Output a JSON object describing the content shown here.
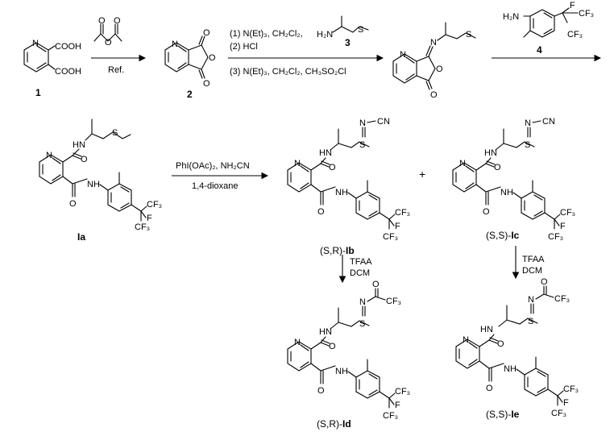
{
  "compounds": {
    "c1": {
      "number": "1",
      "cooh_top": "COOH",
      "cooh_bottom": "COOH",
      "ring_n": "N"
    },
    "c2": {
      "number": "2",
      "ring_n": "N",
      "o_top": "O",
      "o_ring": "O",
      "o_bottom": "O"
    },
    "c3_intermediate": {
      "n_ring": "N",
      "n_imine": "N",
      "s": "S",
      "o_ring": "O",
      "o_bottom": "O"
    },
    "c4": {
      "number": "4",
      "amine": "H₂N",
      "cf3_top": "CF₃",
      "f": "F",
      "cf3_bottom": "CF₃"
    },
    "ia": {
      "label": "Ia",
      "nh_top": "HN",
      "s": "S",
      "n_ring": "N",
      "o1": "O",
      "nh_amide": "H",
      "n_amide": "N",
      "o2": "O",
      "cf3_top": "CF₃",
      "f": "F",
      "cf3_bottom": "CF₃"
    },
    "ib": {
      "label_prefix": "(S,R)-",
      "label_suffix": "Ib",
      "n_cn": "N",
      "cn": "CN",
      "s": "S",
      "nh_top": "HN",
      "n_ring": "N",
      "o1": "O",
      "nh_amide": "H",
      "n_amide": "N",
      "o2": "O",
      "cf3_top": "CF₃",
      "f": "F",
      "cf3_bottom": "CF₃"
    },
    "ic": {
      "label_prefix": "(S,S)-",
      "label_suffix": "Ic",
      "n_cn": "N",
      "cn": "CN",
      "s": "S",
      "nh_top": "HN",
      "n_ring": "N",
      "o1": "O",
      "nh_amide": "H",
      "n_amide": "N",
      "o2": "O",
      "cf3_top": "CF₃",
      "f": "F",
      "cf3_bottom": "CF₃"
    },
    "id": {
      "label_prefix": "(S,R)-",
      "label_suffix": "Id",
      "o_acyl": "O",
      "cf3_acyl": "CF₃",
      "n": "N",
      "s": "S",
      "nh_top": "HN",
      "n_ring": "N",
      "o1": "O",
      "nh_amide": "H",
      "n_amide": "N",
      "o2": "O",
      "cf3_top": "CF₃",
      "f": "F",
      "cf3_bottom": "CF₃"
    },
    "ie": {
      "label_prefix": "(S,S)-",
      "label_suffix": "Ie",
      "o_acyl": "O",
      "cf3_acyl": "CF₃",
      "n": "N",
      "s": "S",
      "nh_top": "HN",
      "n_ring": "N",
      "o1": "O",
      "nh_amide": "H",
      "n_amide": "N",
      "o2": "O",
      "cf3_top": "CF₃",
      "f": "F",
      "cf3_bottom": "CF₃"
    }
  },
  "reagents": {
    "acetic_anhydride_o": "O",
    "step1": "Ref.",
    "step2_line1": "(1) N(Et)₃, CH₂Cl₂,",
    "step2_amine": "H₂N",
    "step2_s": "S",
    "step2_cmpd": "3",
    "step2_line2": "(2) HCl",
    "step2_line3": "(3) N(Et)₃, CH₂Cl₂, CH₃SO₂Cl",
    "step4_line1": "PhI(OAc)₂, NH₂CN",
    "step4_line2": "1,4-dioxane",
    "plus": "+",
    "step5_left_line1": "TFAA",
    "step5_left_line2": "DCM",
    "step5_right_line1": "TFAA",
    "step5_right_line2": "DCM"
  }
}
